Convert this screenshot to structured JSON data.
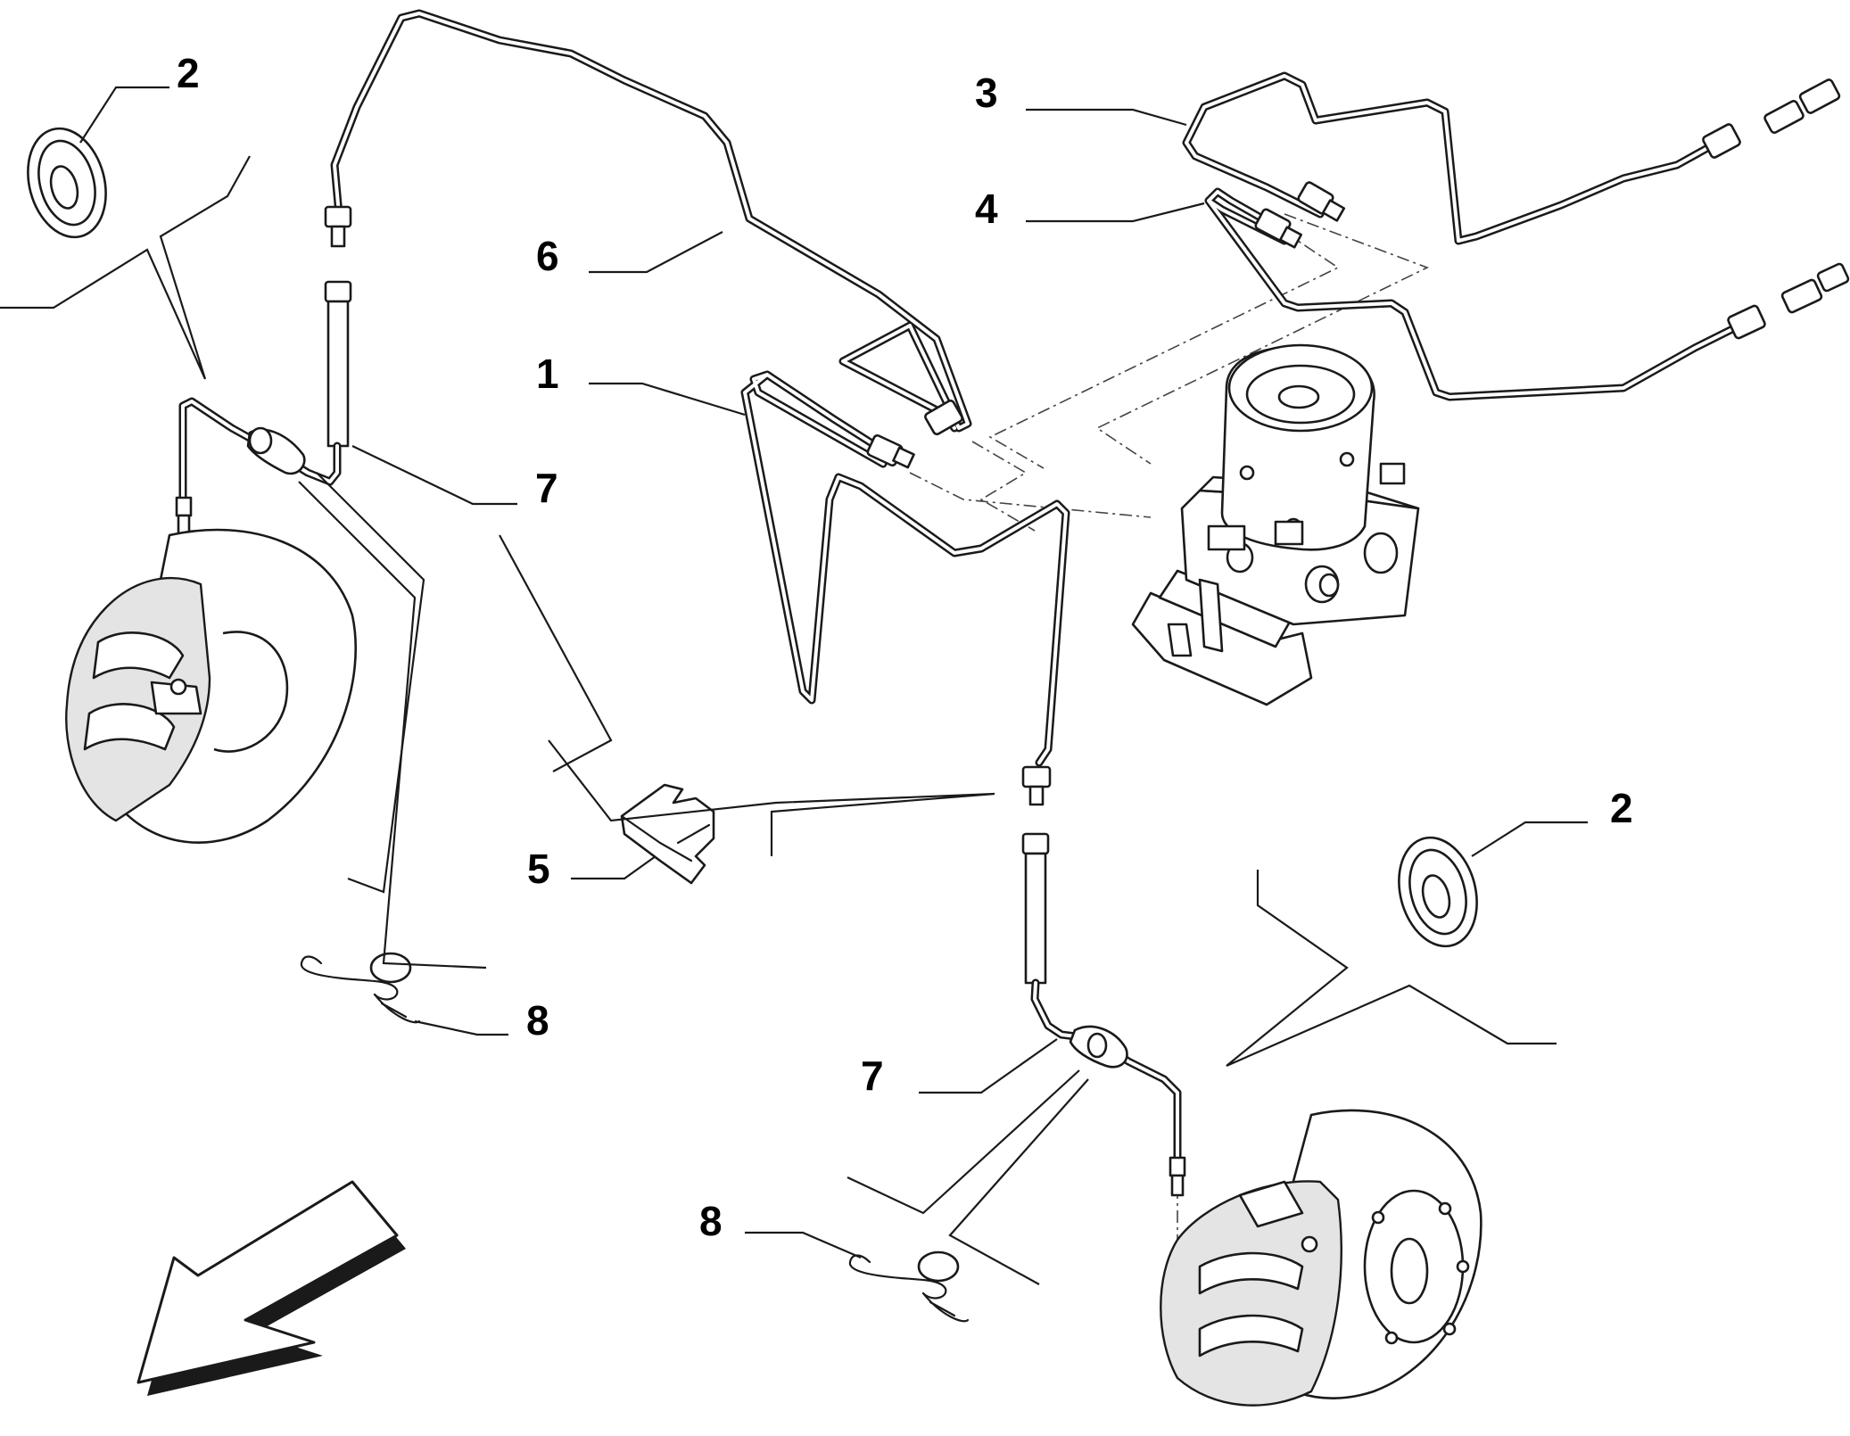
{
  "labels": {
    "top_left_2": "2",
    "right_2": "2",
    "pipe_3": "3",
    "pipe_4": "4",
    "pipe_6": "6",
    "pipe_1": "1",
    "left_7": "7",
    "bracket_5": "5",
    "left_8": "8",
    "bottom_7": "7",
    "bottom_8": "8"
  }
}
